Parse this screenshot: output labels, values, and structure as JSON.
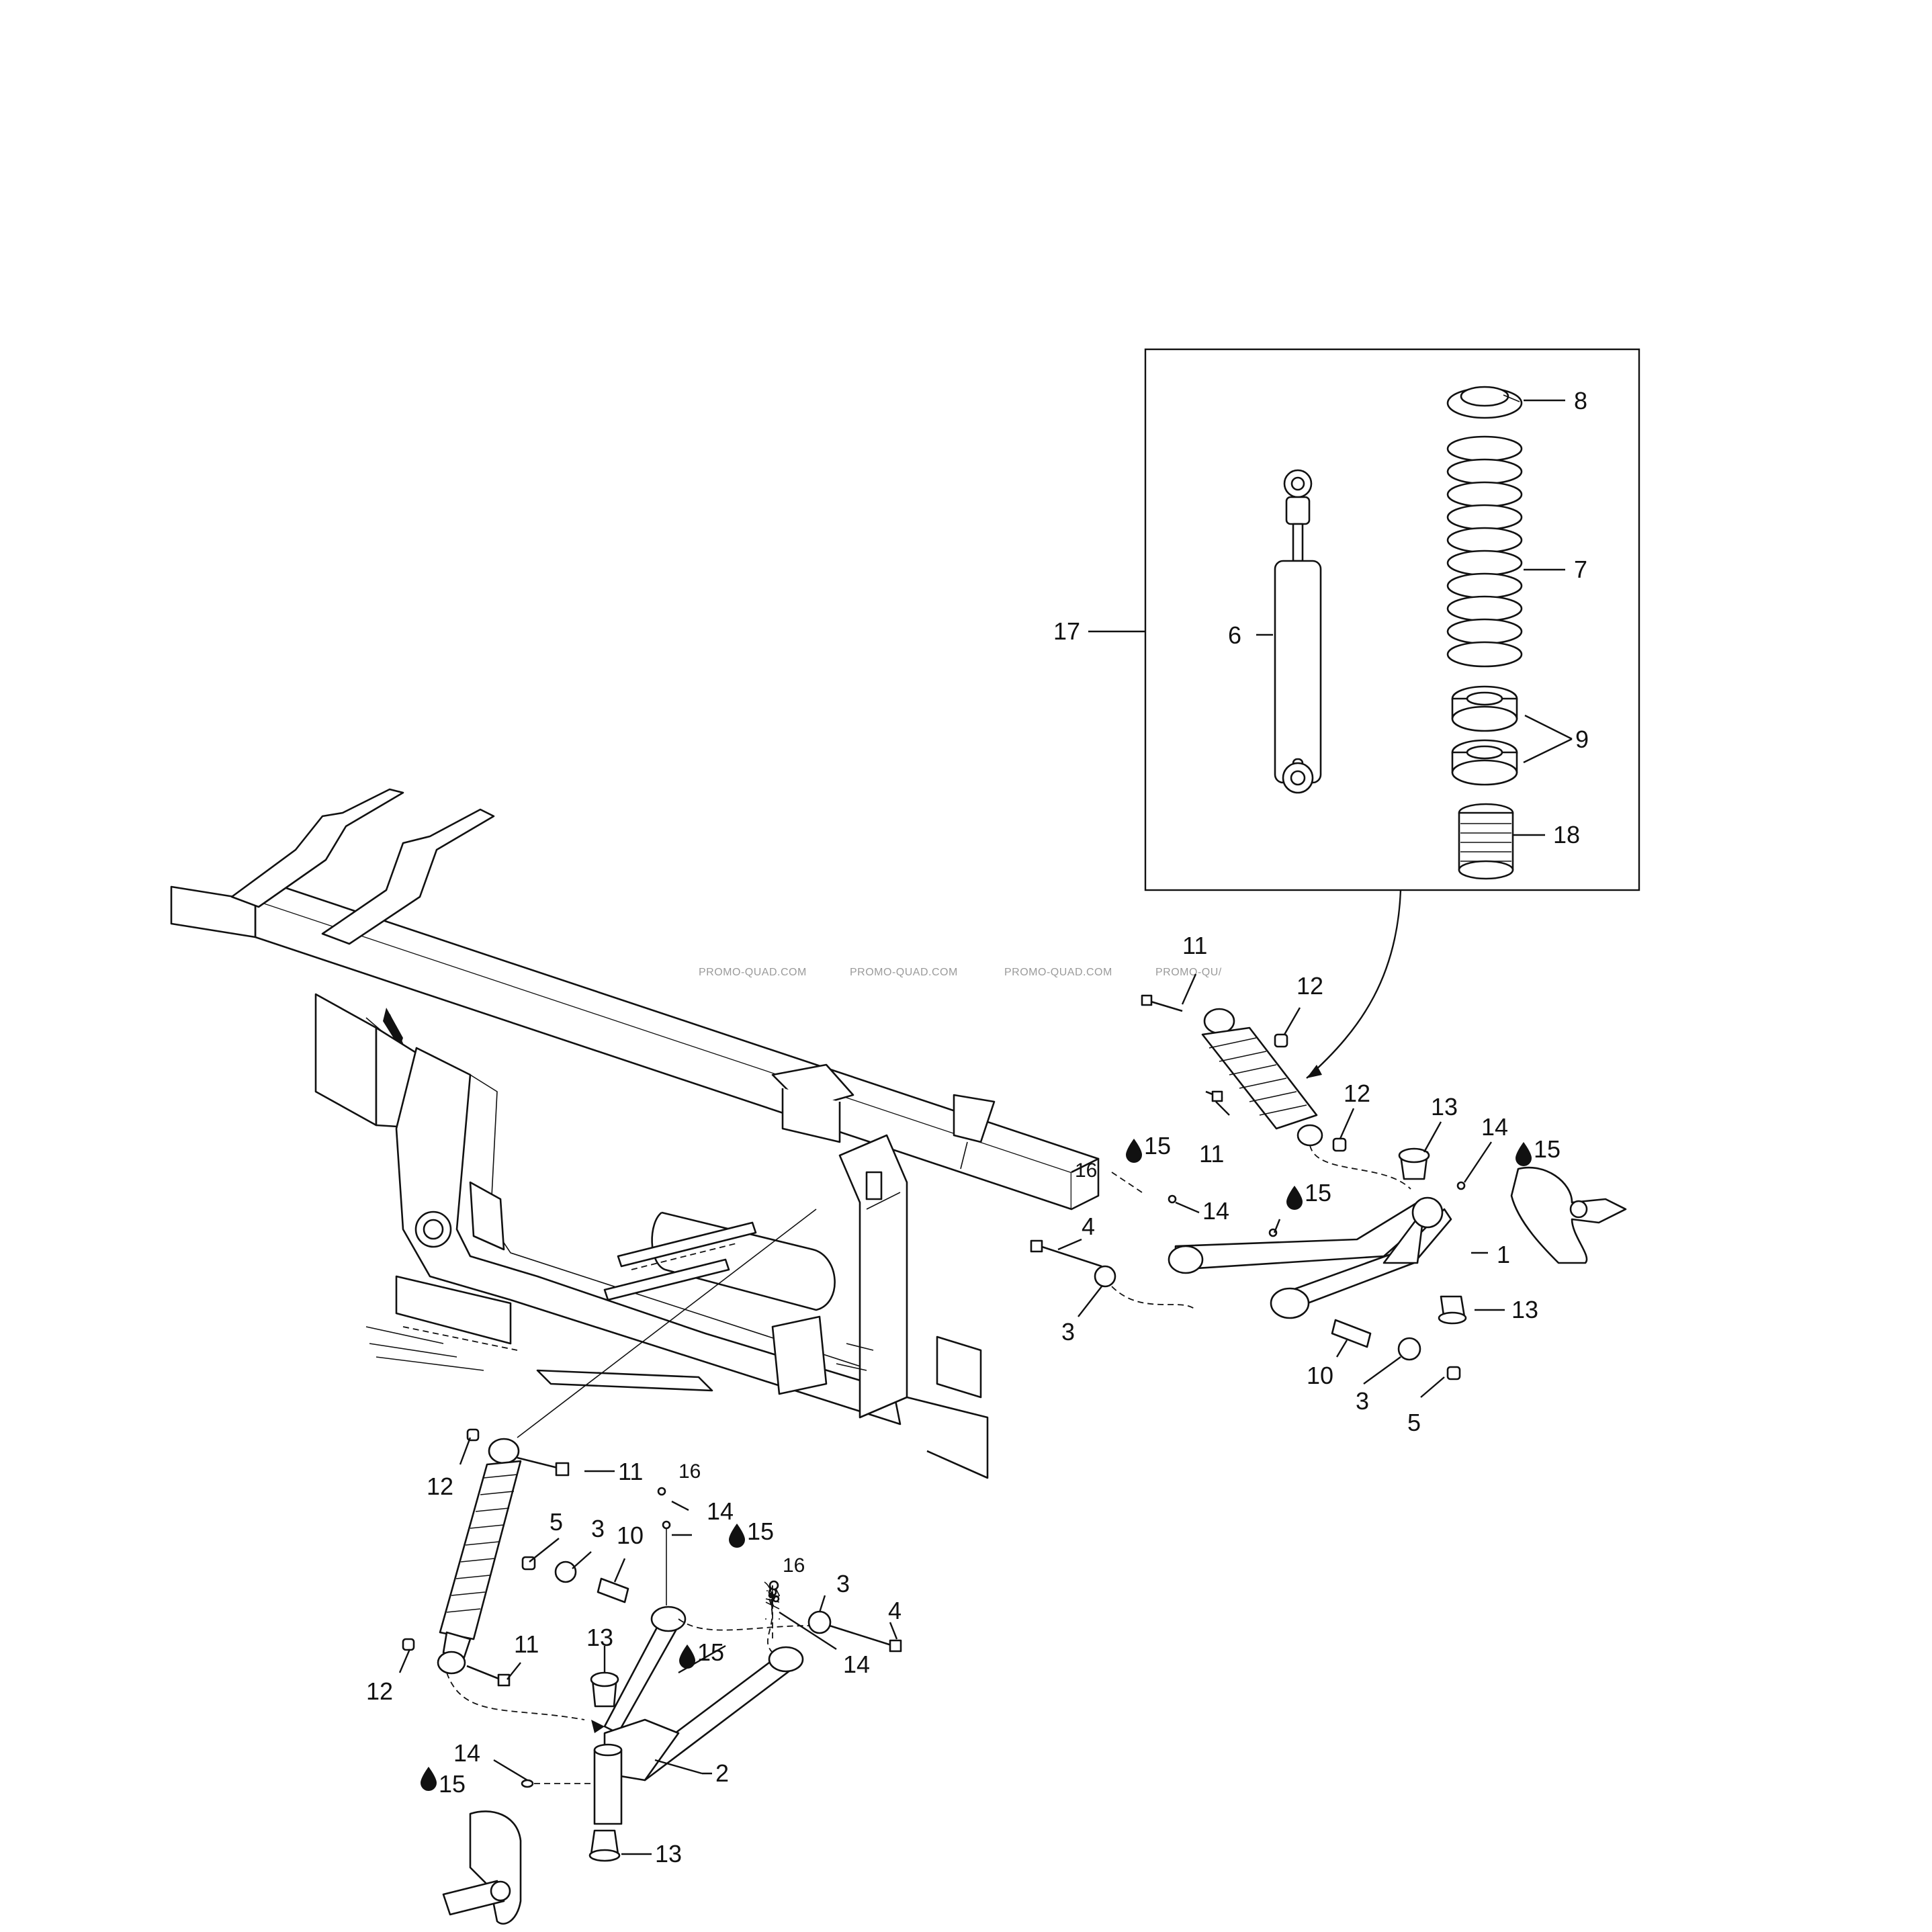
{
  "callouts": {
    "c1": "1",
    "c2": "2",
    "c3": "3",
    "c4": "4",
    "c5": "5",
    "c6": "6",
    "c7": "7",
    "c8": "8",
    "c9": "9",
    "c10": "10",
    "c11": "11",
    "c12": "12",
    "c13": "13",
    "c14": "14",
    "c15": "15",
    "c16": "16",
    "c17": "17",
    "c18": "18"
  },
  "watermark": {
    "text": "PROMO-QUAD.COM",
    "text_cut": "PROMO-QU/"
  },
  "icons": {
    "loctite": "drop-icon"
  }
}
